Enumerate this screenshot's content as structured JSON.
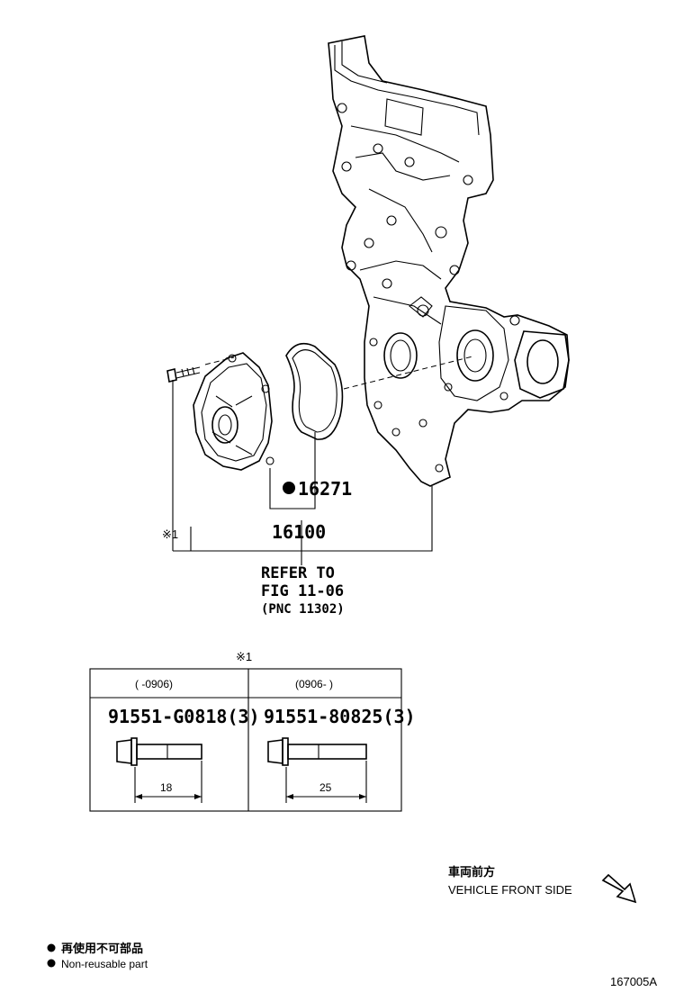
{
  "parts": {
    "gasket": "16271",
    "water_pump": "16100"
  },
  "reference": {
    "line1": "REFER TO",
    "line2": "FIG 11-06",
    "line3": "(PNC 11302)"
  },
  "note_mark": "※1",
  "table": {
    "columns": [
      {
        "range": "(    -0906)",
        "part_number": "91551-G0818(3)",
        "length": "18"
      },
      {
        "range": "(0906-    )",
        "part_number": "91551-80825(3)",
        "length": "25"
      }
    ]
  },
  "direction": {
    "japanese": "車両前方",
    "english": "VEHICLE FRONT SIDE"
  },
  "legend": {
    "japanese": "再使用不可部品",
    "english": "Non-reusable part"
  },
  "figure_id": "167005A",
  "icons": [
    "front-direction-arrow-icon",
    "non-reusable-dot-icon",
    "bolt-icon"
  ]
}
